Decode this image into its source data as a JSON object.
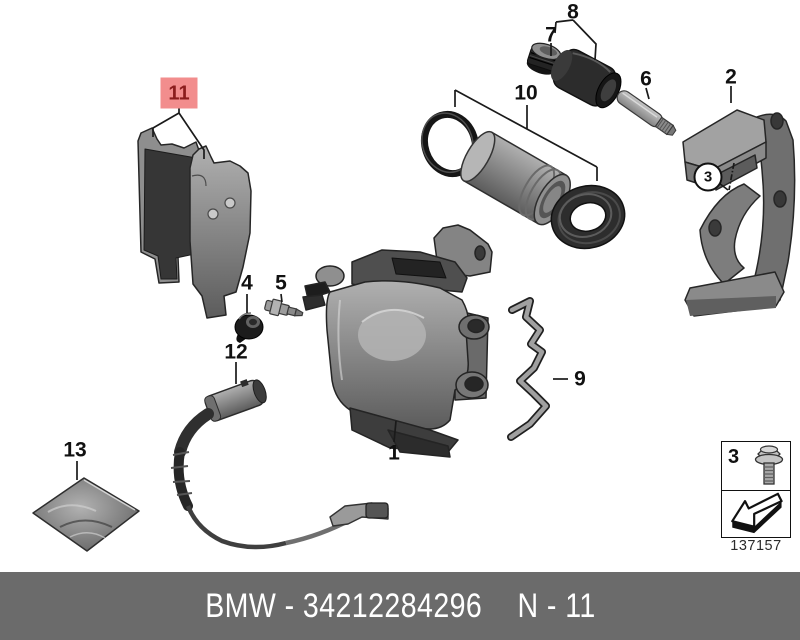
{
  "callouts": {
    "c1": "1",
    "c2": "2",
    "c3": "3",
    "c4": "4",
    "c5": "5",
    "c6": "6",
    "c7": "7",
    "c8": "8",
    "c9": "9",
    "c10": "10",
    "c11": "11",
    "c12": "12",
    "c13": "13"
  },
  "highlighted_callout": "11",
  "legend": {
    "item_number": "3",
    "icons": [
      "flange-bolt-icon",
      "direction-arrow-icon"
    ]
  },
  "diagram_number": "137157",
  "footer": {
    "part_code": "BMW - 34212284296",
    "sheet_ref": "N - 11"
  },
  "colors": {
    "highlight_bg": "#f28d8d",
    "highlight_text": "#8b1d1d",
    "footer_bg": "#6b6b6b",
    "footer_text": "#ffffff",
    "line": "#1a1a1a"
  }
}
